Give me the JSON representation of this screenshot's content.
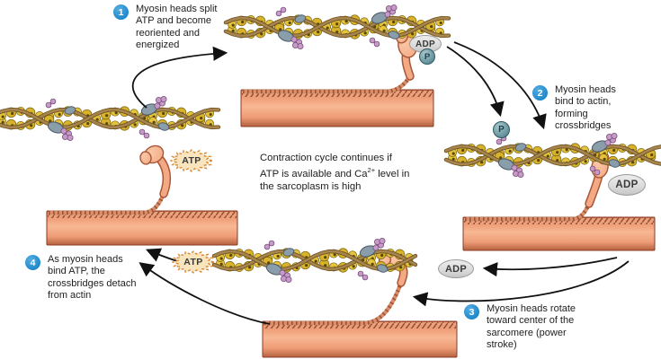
{
  "palette": {
    "step_blue": "#1E89CB",
    "text": "#1E1E1E",
    "arrow": "#111111",
    "bar_light": "#F7B893",
    "bar_mid": "#EE9C76",
    "bar_dark": "#B4613F",
    "bar_border": "#8E3B24",
    "hatch_bg": "#E9A07E",
    "hatch_line": "#9C4E2B",
    "rope": "#D98E6B",
    "rope_twist": "#9C5434",
    "head_fill": "#F3A983",
    "head_light": "#FAC8A8",
    "head_stroke": "#A85638",
    "bead": "#E5C43C",
    "bead_alt": "#D7B22A",
    "bead_stroke": "#7A6410",
    "bead_dot": "#584805",
    "strand": "#A8854C",
    "strand_dark": "#6E5426",
    "troponin": "#8A9DAA",
    "troponin_stroke": "#495964",
    "purple": "#C79BC8",
    "purple_stroke": "#7A4E7C",
    "adp_fill": "#DCDCDC",
    "adp_stroke": "#9A9A9A",
    "atp_fill": "#F8E5BE",
    "atp_stroke": "#D9822B",
    "p_fill": "#5F8D98",
    "p_stroke": "#2F5A64"
  },
  "steps": [
    {
      "number": "1",
      "text": "Myosin heads split\nATP and become\nreoriented and\nenergized"
    },
    {
      "number": "2",
      "text": "Myosin heads\nbind to actin,\nforming\ncrossbridges"
    },
    {
      "number": "3",
      "text": "Myosin heads rotate\ntoward center of the\nsarcomere (power\nstroke)"
    },
    {
      "number": "4",
      "text": "As myosin heads\nbind ATP, the\ncrossbridges detach\nfrom actin"
    }
  ],
  "caption": {
    "pre": "Contraction cycle continues if\nATP is available and Ca",
    "sup": "2+",
    "post": " level in\nthe sarcoplasm is high"
  },
  "molecules": {
    "atp": "ATP",
    "adp": "ADP",
    "phosphate": "P"
  }
}
